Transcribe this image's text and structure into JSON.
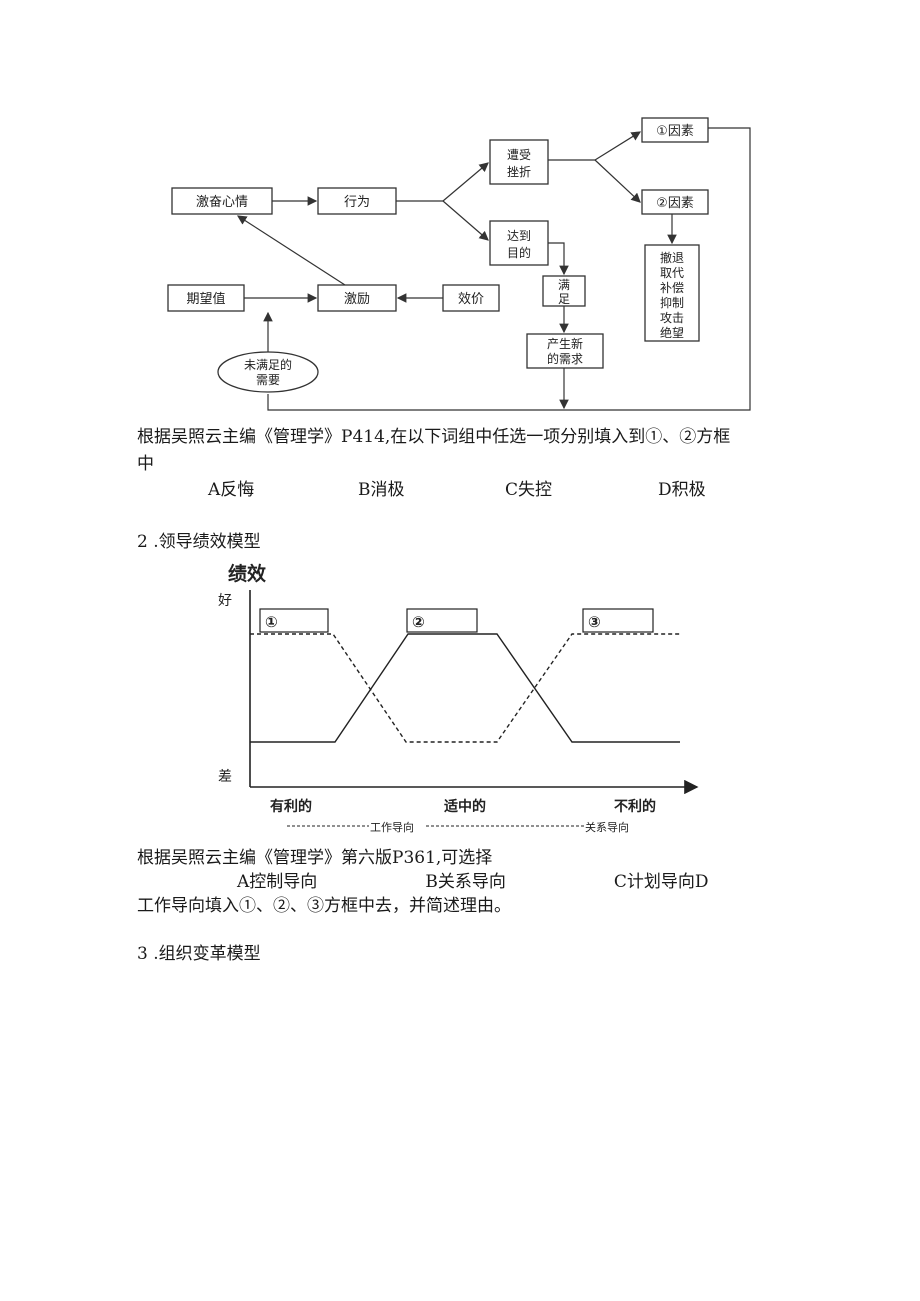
{
  "diagram1": {
    "nodes": {
      "jili_xinqing": "激奋心情",
      "xingwei": "行为",
      "zaoshou_cuozhe": [
        "遭受",
        "挫折"
      ],
      "yinsu1": "①因素",
      "yinsu2": "②因素",
      "reactions": [
        "撤退",
        "取代",
        "补偿",
        "抑制",
        "攻击",
        "绝望"
      ],
      "dadao_mudi": [
        "达到",
        "目的"
      ],
      "manzu": [
        "满",
        "足"
      ],
      "chansheng_xuqiu": [
        "产生新",
        "的需求"
      ],
      "qiwangzhi": "期望值",
      "jili": "激励",
      "xiaojia": "效价",
      "weimanzu_xuyao": [
        "未满足的",
        "需要"
      ]
    }
  },
  "question1": {
    "prompt_line1": "根据吴照云主编《管理学》P414,在以下词组中任选一项分别填入到①、②方框",
    "prompt_line2": "中",
    "options": [
      "A反悔",
      "B消极",
      "C失控",
      "D积极"
    ]
  },
  "section2": {
    "title": "2 .领导绩效模型"
  },
  "chart2": {
    "y_title": "绩效",
    "y_top": "好",
    "y_bottom": "差",
    "x_labels": [
      "有利的",
      "适中的",
      "不利的"
    ],
    "x_sublabel_work": "工作导向",
    "x_sublabel_rel": "关系导向",
    "boxes": [
      "①",
      "②",
      "③"
    ]
  },
  "question2": {
    "line1": "根据吴照云主编《管理学》第六版P361,可选择",
    "options_line": "A控制导向                    B关系导向                    C计划导向D",
    "line3": "工作导向填入①、②、③方框中去，并简述理由。"
  },
  "section3": {
    "title": "3 .组织变革模型"
  }
}
